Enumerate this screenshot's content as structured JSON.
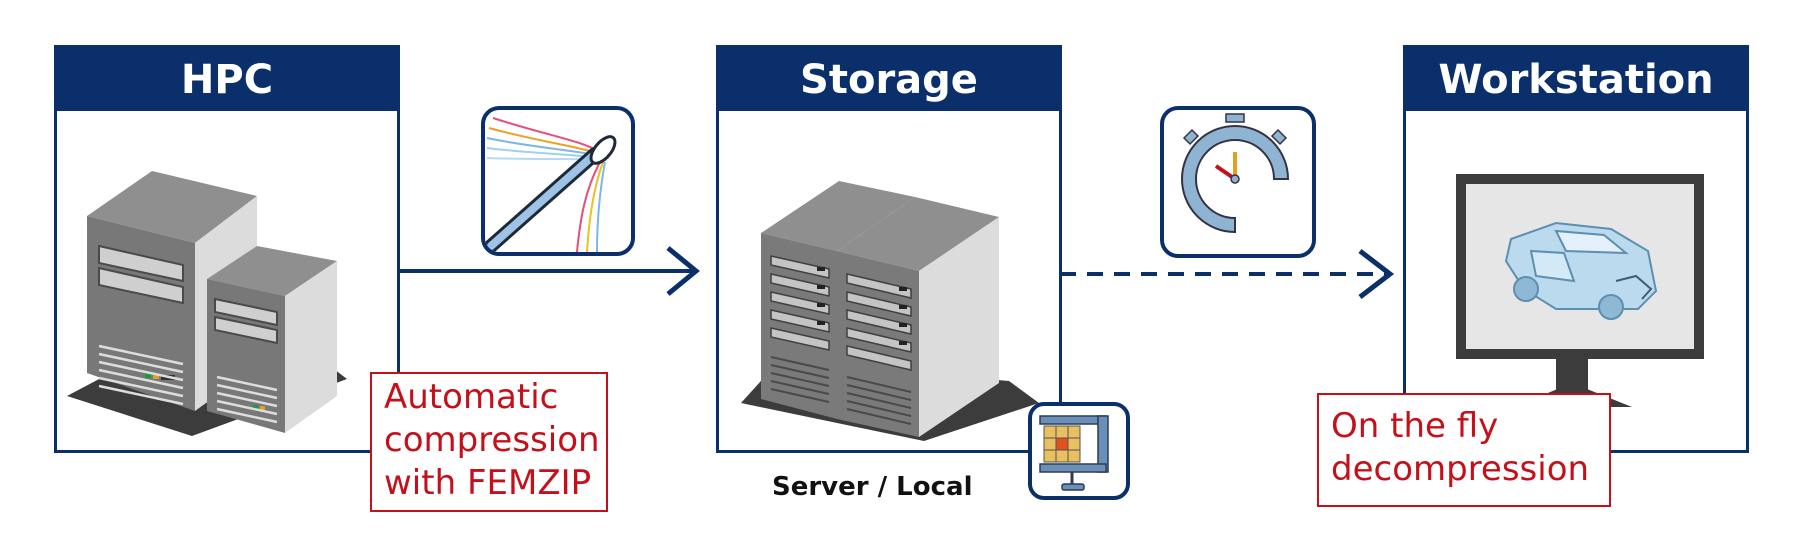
{
  "panels": {
    "hpc": {
      "title": "HPC"
    },
    "storage": {
      "title": "Storage"
    },
    "workstation": {
      "title": "Workstation"
    }
  },
  "notes": {
    "compression": [
      "Automatic",
      "compression",
      "with FEMZIP"
    ],
    "decompression": [
      "On the fly",
      "decompression"
    ]
  },
  "storage_caption": "Server / Local",
  "icons": {
    "hpc_panel": "server-towers-icon",
    "storage_panel": "rack-server-icon",
    "workstation_panel": "monitor-crash-car-icon",
    "fiber": "fiber-optic-cable-icon",
    "stopwatch": "stopwatch-icon",
    "femzip": "femzip-clamp-icon"
  },
  "colors": {
    "brand_navy": "#0b2f6b",
    "note_red": "#c4101a",
    "stopwatch_blue": "#8fb3d3"
  }
}
